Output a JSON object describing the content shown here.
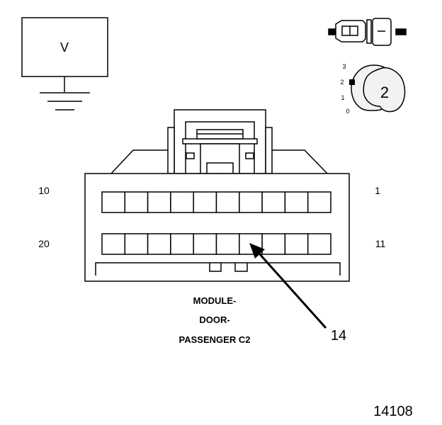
{
  "meter": {
    "label": "V"
  },
  "connector": {
    "caption_lines": [
      "MODULE-",
      "DOOR-",
      "PASSENGER C2"
    ],
    "row1_left": "10",
    "row1_right": "1",
    "row2_left": "20",
    "row2_right": "11",
    "pins_per_row": 10
  },
  "callout": {
    "label": "14",
    "pin": 14
  },
  "position_indicator": {
    "scale": [
      "3",
      "2",
      "1",
      "0"
    ],
    "selected": "2"
  },
  "figure_number": "14108",
  "colors": {
    "line": "#000000",
    "fill": "#ffffff",
    "indicator": "#f2f2f2"
  }
}
